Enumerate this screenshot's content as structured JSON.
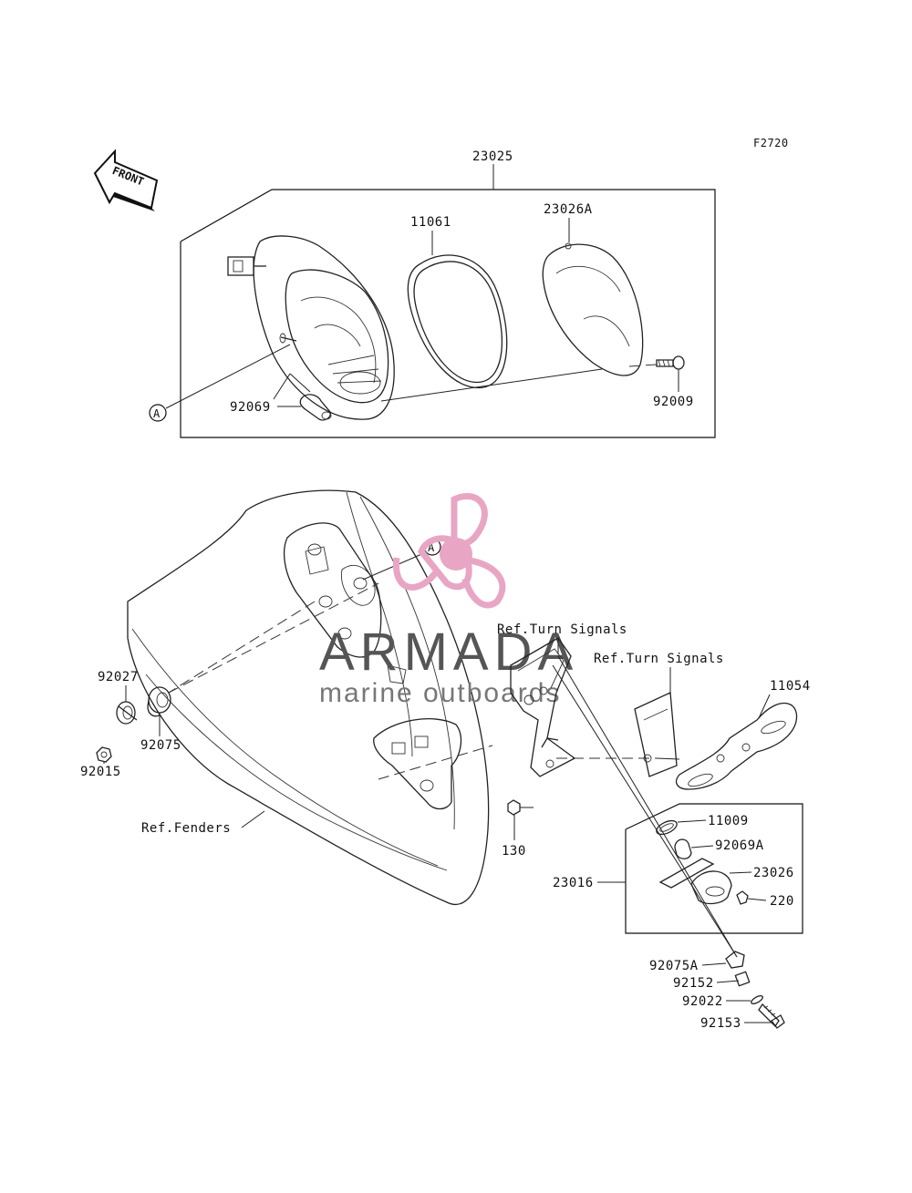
{
  "figure_code": "F2720",
  "front_arrow_label": "FRONT",
  "callout_marker": "A",
  "watermark": {
    "brand": "ARMADA",
    "tagline": "marine outboards",
    "brand_color": "#e8a6c4"
  },
  "labels": {
    "taillight_assembly": "23025",
    "gasket": "11061",
    "lens": "23026A",
    "bulb": "92069",
    "screw": "92009",
    "nut": "92015",
    "cap_nut": "92027",
    "grommet": "92075",
    "ref_fenders": "Ref.Fenders",
    "ref_turn_signals_1": "Ref.Turn Signals",
    "ref_turn_signals_2": "Ref.Turn Signals",
    "bracket": "11054",
    "bolt_130": "130",
    "license_gasket": "11009",
    "license_bulb": "92069A",
    "license_lens": "23026",
    "screw_220": "220",
    "license_lamp_assembly": "23016",
    "grommet_a": "92075A",
    "collar": "92152",
    "washer": "92022",
    "bolt_92153": "92153"
  }
}
